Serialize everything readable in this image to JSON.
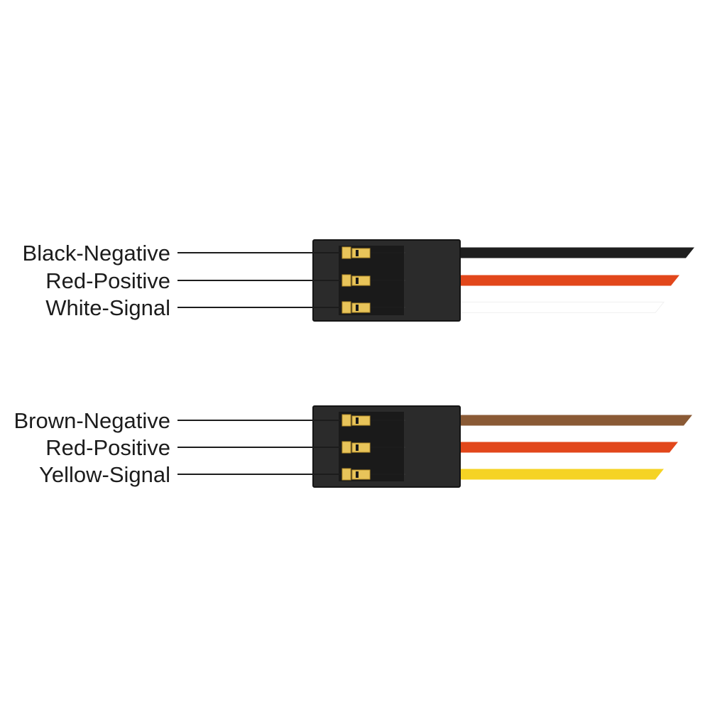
{
  "connectors": [
    {
      "id": "connector-a",
      "pins": [
        {
          "label": "Black-Negative",
          "wire_color": "#1e1e1e"
        },
        {
          "label": "Red-Positive",
          "wire_color": "#e2471b"
        },
        {
          "label": "White-Signal",
          "wire_color": "#ffffff"
        }
      ]
    },
    {
      "id": "connector-b",
      "pins": [
        {
          "label": "Brown-Negative",
          "wire_color": "#8a5a35"
        },
        {
          "label": "Red-Positive",
          "wire_color": "#e2471b"
        },
        {
          "label": "Yellow-Signal",
          "wire_color": "#f5d324"
        }
      ]
    }
  ],
  "colors": {
    "housing": "#2b2b2b",
    "housing_edge": "#151515",
    "contact": "#e8c45a",
    "contact_shade": "#b8902a",
    "leader_line": "#1c1c1c"
  }
}
